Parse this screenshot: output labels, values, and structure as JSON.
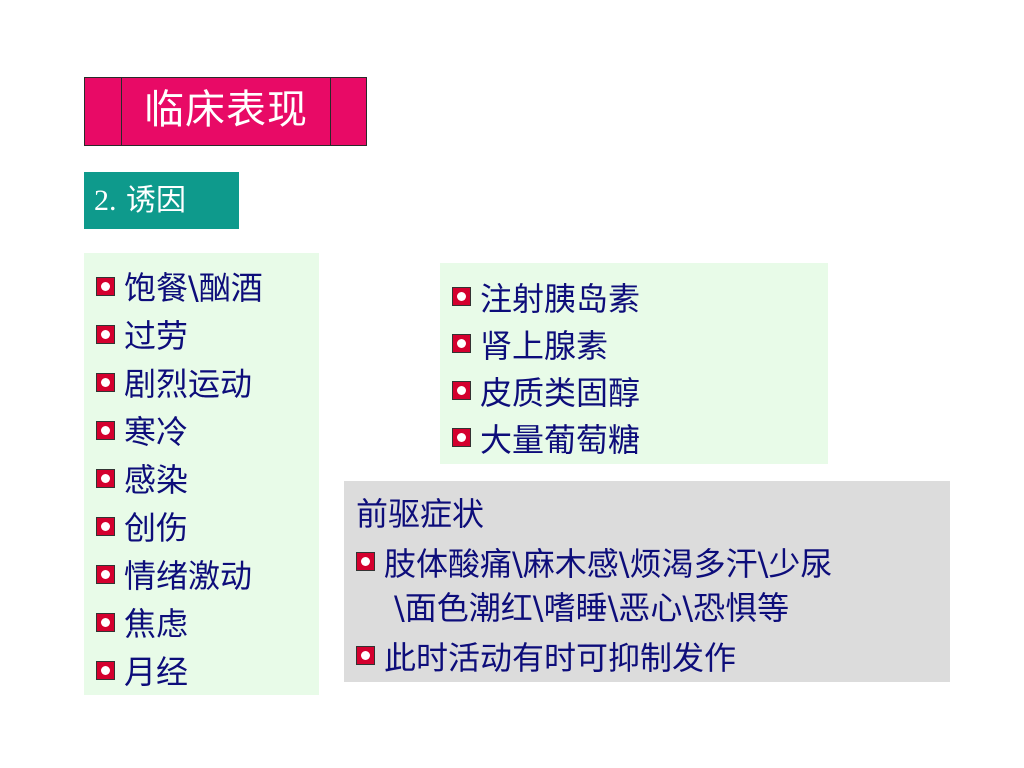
{
  "title": "临床表现",
  "section": {
    "num": "2.",
    "label": "诱因"
  },
  "left_list": [
    "饱餐\\酗酒",
    "过劳",
    "剧烈运动",
    "寒冷",
    "感染",
    "创伤",
    "情绪激动",
    "焦虑",
    "月经"
  ],
  "right_list": [
    "注射胰岛素",
    "肾上腺素",
    "皮质类固醇",
    "大量葡萄糖"
  ],
  "prodrome": {
    "heading": "前驱症状",
    "item1_line1": "肢体酸痛\\麻木感\\烦渴多汗\\少尿",
    "item1_line2": "\\面色潮红\\嗜睡\\恶心\\恐惧等",
    "item2": "此时活动有时可抑制发作"
  },
  "colors": {
    "title_bg": "#e80a66",
    "section_bg": "#0e9a8c",
    "panel_green": "#e8fbe8",
    "panel_grey": "#dcdcdc",
    "text": "#0d0d7a",
    "bullet": "#d4002e"
  },
  "icons": {
    "bullet": "square-bullet-icon"
  }
}
